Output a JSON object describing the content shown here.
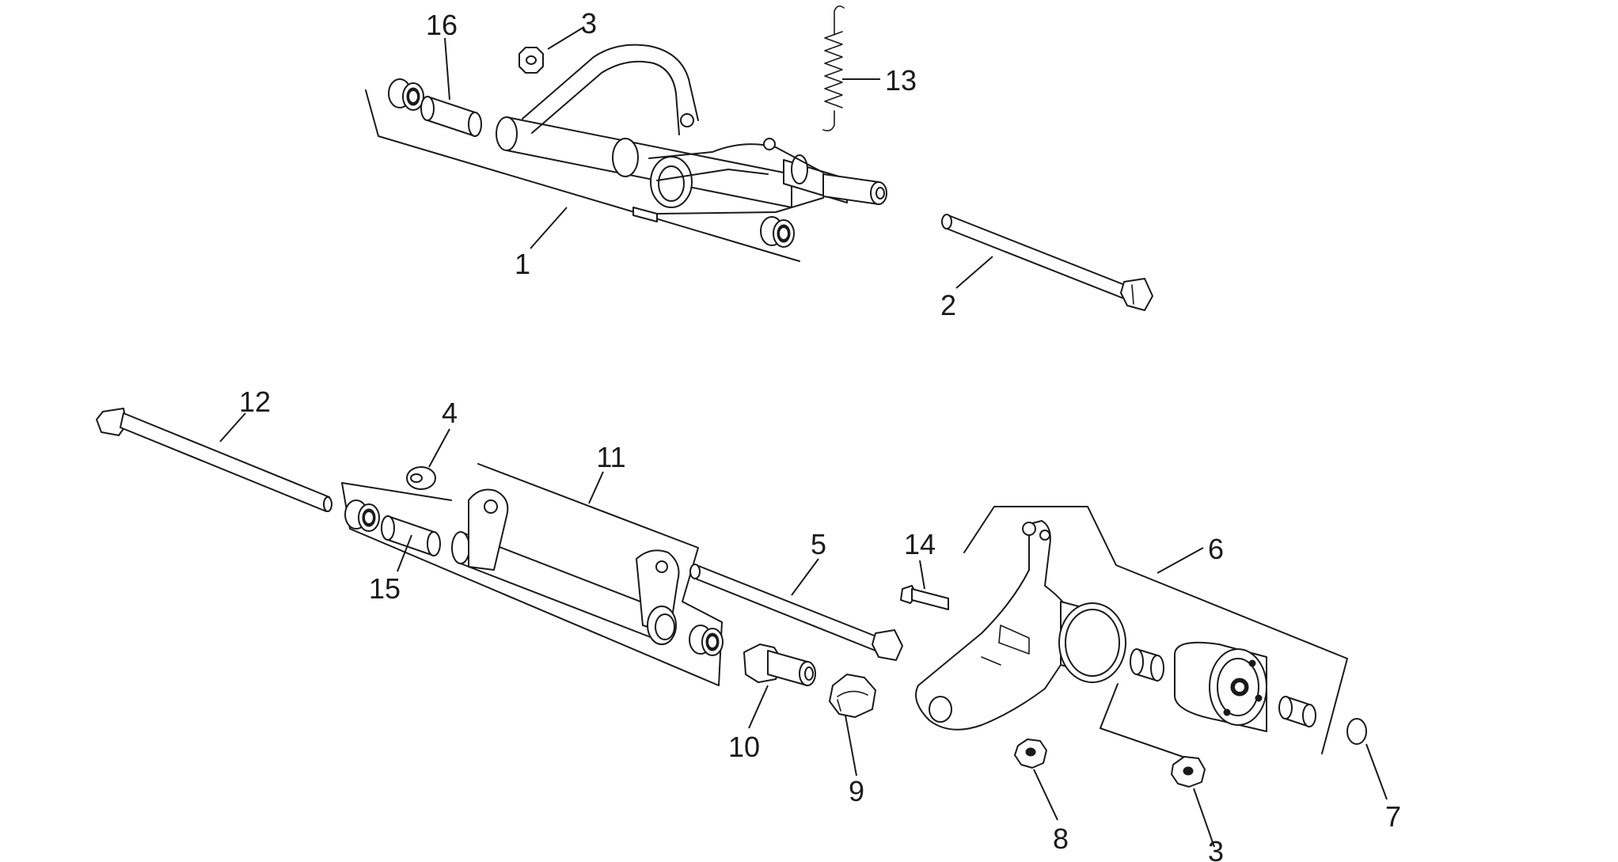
{
  "callouts": {
    "c1": "1",
    "c2": "2",
    "c3_top": "3",
    "c3_bottom": "3",
    "c4": "4",
    "c5": "5",
    "c6": "6",
    "c7": "7",
    "c8": "8",
    "c9": "9",
    "c10": "10",
    "c11": "11",
    "c12": "12",
    "c13": "13",
    "c14": "14",
    "c15": "15",
    "c16": "16"
  }
}
